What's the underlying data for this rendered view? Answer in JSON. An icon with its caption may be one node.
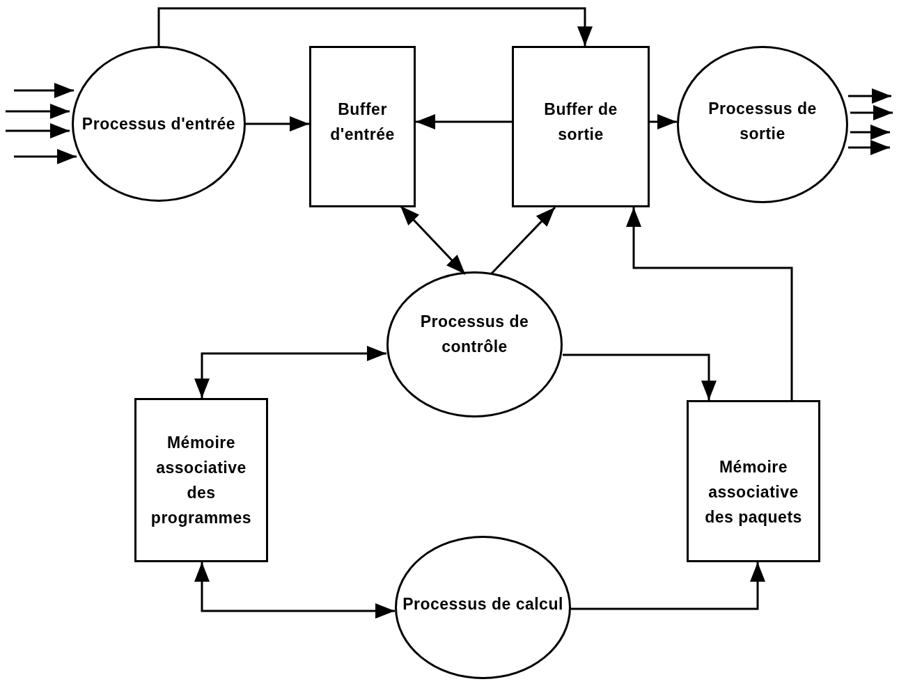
{
  "diagram": {
    "nodes": [
      {
        "text": [
          "Processus d'entrée"
        ]
      },
      {
        "text": [
          "Buffer d'entrée"
        ]
      },
      {
        "text": [
          "Buffer de sortie"
        ]
      },
      {
        "text": [
          "Processus de sortie"
        ]
      },
      {
        "text": [
          "Processus de contrôle"
        ]
      },
      {
        "text": [
          "Mémoire associative des programmes"
        ]
      },
      {
        "text": [
          "Mémoire associative des paquets"
        ]
      },
      {
        "text": [
          "Processus de calcul"
        ]
      }
    ],
    "edges": [
      {
        "from": null,
        "to": 0,
        "arrow": "to"
      },
      {
        "from": null,
        "to": 0,
        "arrow": "to"
      },
      {
        "from": null,
        "to": 0,
        "arrow": "to"
      },
      {
        "from": null,
        "to": 0,
        "arrow": "to"
      },
      {
        "from": 3,
        "to": null,
        "arrow": "to"
      },
      {
        "from": 3,
        "to": null,
        "arrow": "to"
      },
      {
        "from": 3,
        "to": null,
        "arrow": "to"
      },
      {
        "from": 3,
        "to": null,
        "arrow": "to"
      },
      {
        "from": 0,
        "to": 2,
        "arrow": "to"
      },
      {
        "from": 0,
        "to": 1,
        "arrow": "to"
      },
      {
        "from": 2,
        "to": 1,
        "arrow": "to"
      },
      {
        "from": 2,
        "to": 3,
        "arrow": "to"
      },
      {
        "from": 1,
        "to": 4,
        "arrow": "both"
      },
      {
        "from": 4,
        "to": 2,
        "arrow": "to"
      },
      {
        "from": 6,
        "to": 2,
        "arrow": "to"
      },
      {
        "from": 5,
        "to": 4,
        "arrow": "both"
      },
      {
        "from": 4,
        "to": 6,
        "arrow": "to"
      },
      {
        "from": 5,
        "to": 7,
        "arrow": "both"
      },
      {
        "from": 7,
        "to": 6,
        "arrow": "to"
      }
    ]
  }
}
